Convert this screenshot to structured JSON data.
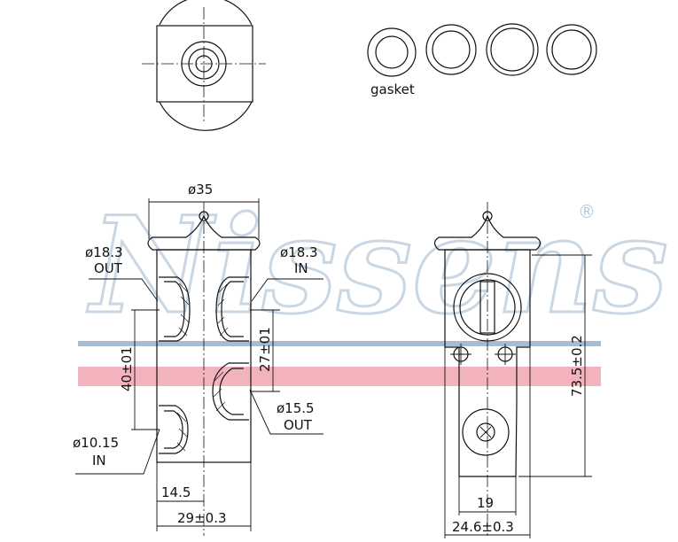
{
  "watermark": {
    "brand": "Nissens",
    "registered": "®",
    "blue": "#a7bbd1",
    "red": "#ef9aa7"
  },
  "parts": {
    "gasket_label": "gasket"
  },
  "dims": {
    "flange_dia": "ø35",
    "port_top_left": {
      "size": "ø18.3",
      "dir": "OUT"
    },
    "port_top_right": {
      "size": "ø18.3",
      "dir": "IN"
    },
    "port_bottom_right": {
      "size": "ø15.5",
      "dir": "OUT"
    },
    "port_bottom_left": {
      "size": "ø10.15",
      "dir": "IN"
    },
    "vertical_left": "40±01",
    "vertical_inner": "27±01",
    "bottom_half": "14.5",
    "bottom_width": "29±0.3",
    "side_height": "73.5±0.2",
    "side_inner": "19",
    "side_width": "24.6±0.3"
  }
}
